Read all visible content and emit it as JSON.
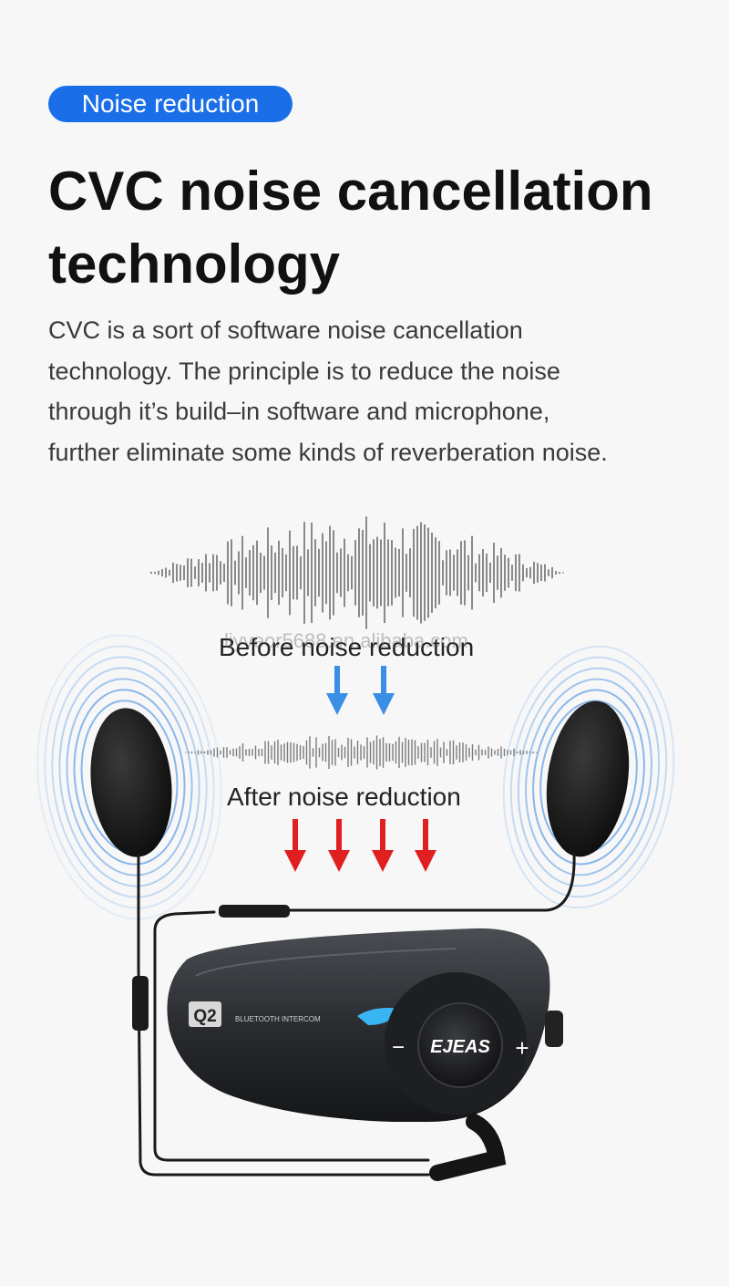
{
  "badge": {
    "label": "Noise reduction",
    "color": "#1a6ee8"
  },
  "heading": {
    "line1": "CVC noise cancellation",
    "line2": "technology"
  },
  "description": {
    "lines": [
      "CVC is a sort of software noise cancellation",
      "technology. The principle is to reduce the noise",
      "through it’s build–in software and microphone,",
      "further eliminate some kinds of reverberation noise."
    ]
  },
  "diagram": {
    "before_label": "Before noise reduction",
    "after_label": "After noise reduction",
    "watermark": "liyveor5688.en.alibaba.com",
    "arrow_blue": "#3a8ee6",
    "arrow_red": "#e02020"
  },
  "device": {
    "model": "Q2",
    "subtitle": "BLUETOOTH INTERCOM",
    "brand": "EJEAS",
    "minus": "−",
    "plus": "+"
  }
}
